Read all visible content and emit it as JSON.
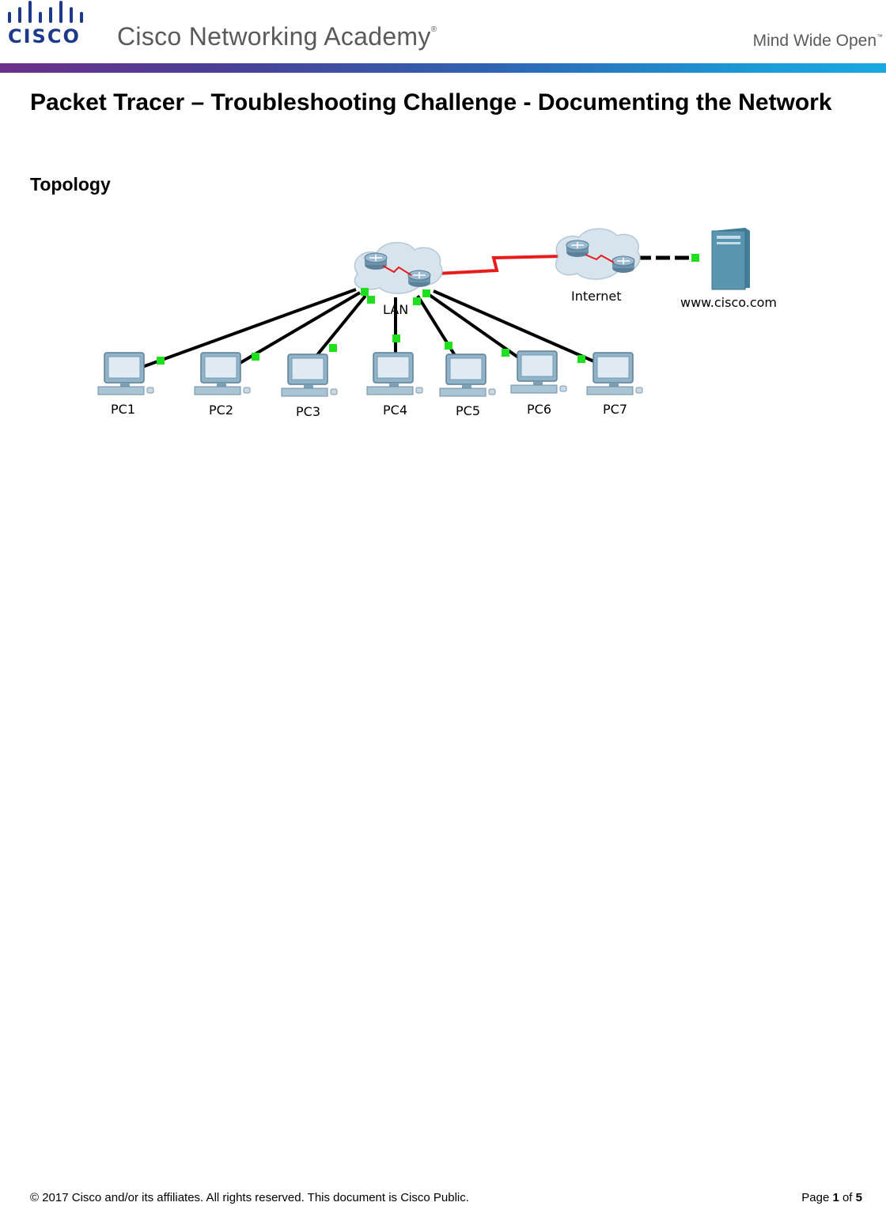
{
  "header": {
    "logo_word": "CISCO",
    "academy_title": "Cisco Networking Academy",
    "academy_mark": "®",
    "tagline": "Mind Wide Open",
    "tagline_mark": "™"
  },
  "document": {
    "title": "Packet Tracer – Troubleshooting Challenge - Documenting the Network",
    "section_heading": "Topology"
  },
  "topology": {
    "lan_label": "LAN",
    "internet_label": "Internet",
    "server_label": "www.cisco.com",
    "pcs": [
      "PC1",
      "PC2",
      "PC3",
      "PC4",
      "PC5",
      "PC6",
      "PC7"
    ],
    "colors": {
      "ethernet_link": "#000000",
      "serial_link": "#e81b1b",
      "link_status": "#1fe01f",
      "pc_body": "#8fb3c9",
      "server_body": "#5a95b0",
      "cloud": "#d7e4ee"
    }
  },
  "footer": {
    "copyright": "© 2017 Cisco and/or its affiliates. All rights reserved. This document is Cisco Public.",
    "page_prefix": "Page ",
    "page_current": "1",
    "page_of": " of ",
    "page_total": "5"
  }
}
